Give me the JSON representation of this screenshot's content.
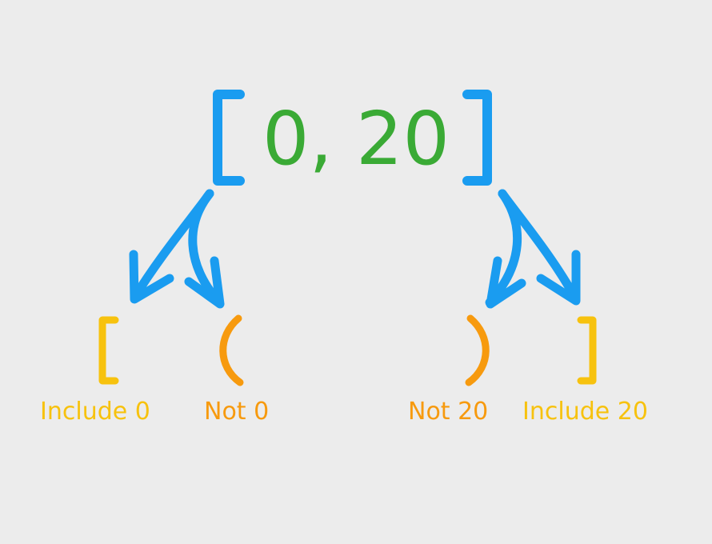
{
  "expression": {
    "open_bracket": "[",
    "values": "0, 20",
    "close_bracket": "]"
  },
  "branches": [
    {
      "symbol": "[",
      "label": "Include 0"
    },
    {
      "symbol": "(",
      "label": "Not 0"
    },
    {
      "symbol": ")",
      "label": "Not 20"
    },
    {
      "symbol": "]",
      "label": "Include 20"
    }
  ],
  "colors": {
    "background": "#ececec",
    "bracket_blue": "#1a9cf0",
    "number_green": "#3aaa35",
    "include_yellow": "#f7c20e",
    "exclude_orange": "#f79a0e"
  }
}
